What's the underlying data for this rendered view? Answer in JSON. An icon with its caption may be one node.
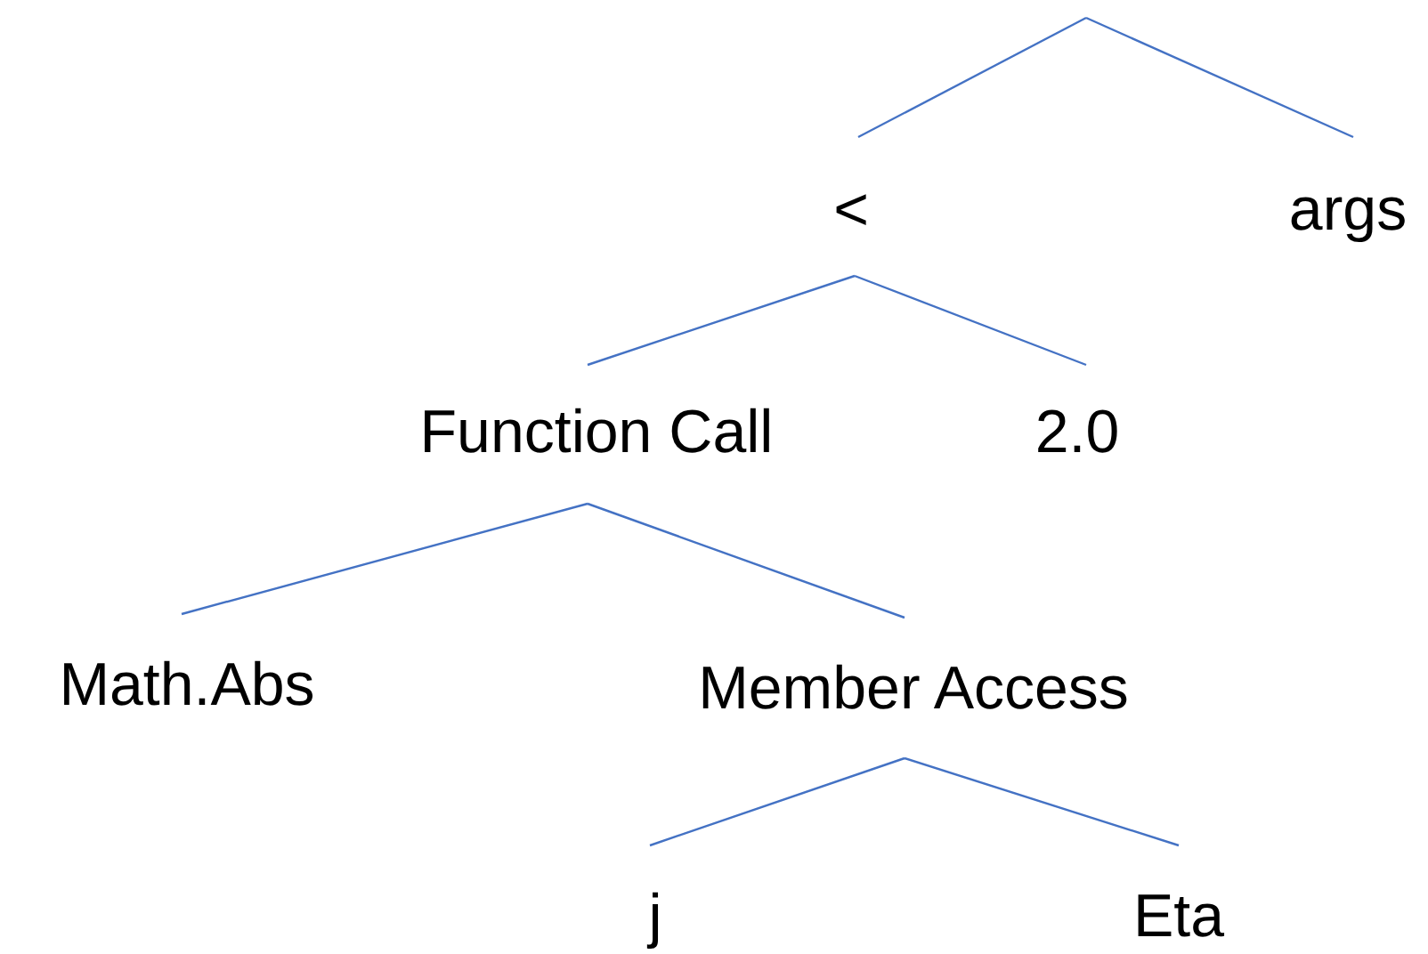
{
  "diagram": {
    "nodes": [
      {
        "text": [
          "<"
        ]
      },
      {
        "text": [
          "args"
        ]
      },
      {
        "text": [
          "Function Call"
        ]
      },
      {
        "text": [
          "2.0"
        ]
      },
      {
        "text": [
          "Math.Abs"
        ]
      },
      {
        "text": [
          "Member Access"
        ]
      },
      {
        "text": [
          "j"
        ]
      },
      {
        "text": [
          "Eta"
        ]
      }
    ],
    "edges": [
      {
        "from": null,
        "to": 0,
        "arrow": "none"
      },
      {
        "from": null,
        "to": 1,
        "arrow": "none"
      },
      {
        "from": 0,
        "to": 2,
        "arrow": "none"
      },
      {
        "from": 0,
        "to": 3,
        "arrow": "none"
      },
      {
        "from": 2,
        "to": 4,
        "arrow": "none"
      },
      {
        "from": 2,
        "to": 5,
        "arrow": "none"
      },
      {
        "from": 5,
        "to": 6,
        "arrow": "none"
      },
      {
        "from": 5,
        "to": 7,
        "arrow": "none"
      }
    ]
  }
}
